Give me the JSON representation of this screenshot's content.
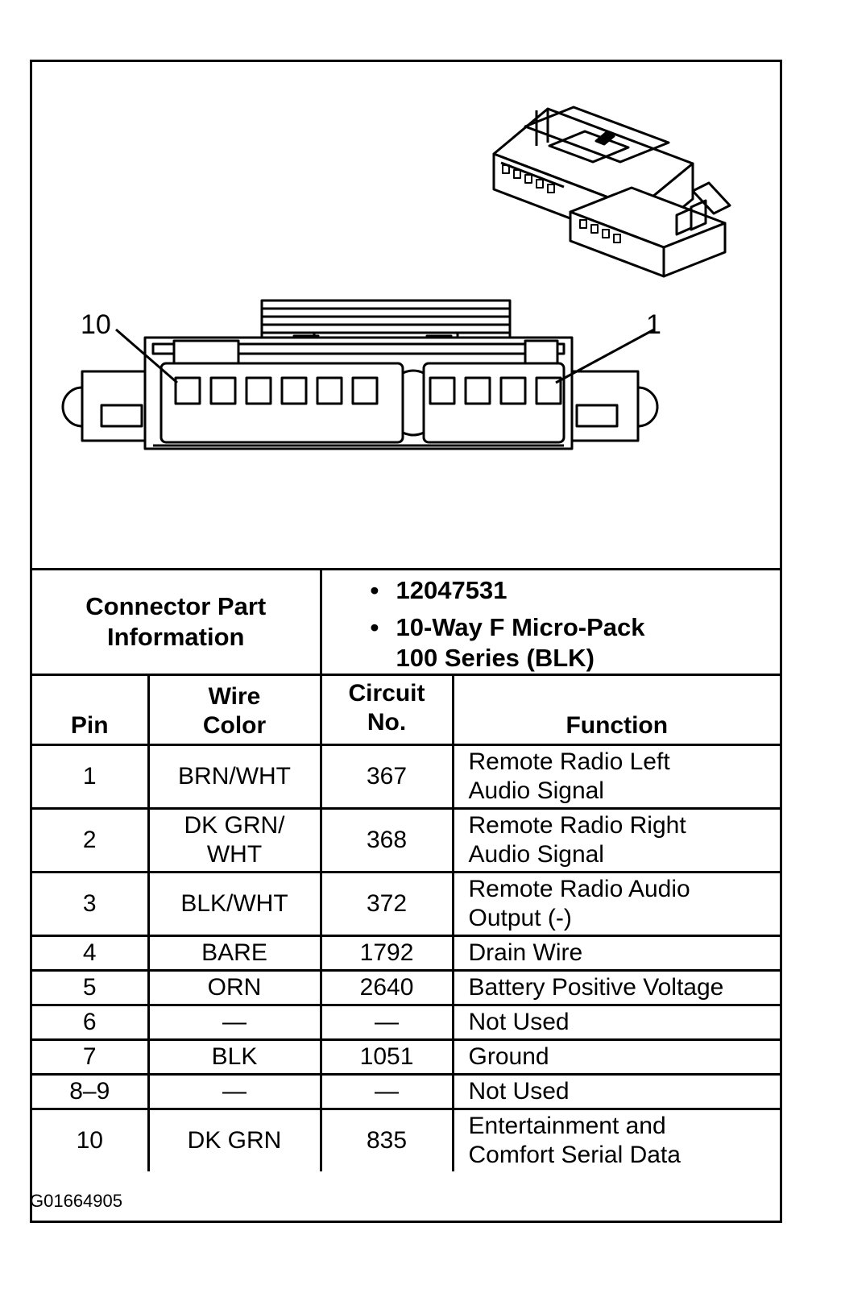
{
  "diagram": {
    "pin_label_left": "10",
    "pin_label_right": "1"
  },
  "connector": {
    "part_label_line1": "Connector Part",
    "part_label_line2": "Information",
    "part_number": "12047531",
    "description_line1": "10-Way F Micro-Pack",
    "description_line2": "100 Series (BLK)"
  },
  "headers": {
    "pin": "Pin",
    "wire_color_line1": "Wire",
    "wire_color_line2": "Color",
    "circuit_line1": "Circuit",
    "circuit_line2": "No.",
    "function": "Function"
  },
  "rows": [
    {
      "pin": "1",
      "wire1": "BRN/WHT",
      "wire2": "",
      "circuit": "367",
      "function1": "Remote Radio Left",
      "function2": "Audio Signal"
    },
    {
      "pin": "2",
      "wire1": "DK GRN/",
      "wire2": "WHT",
      "circuit": "368",
      "function1": "Remote Radio Right",
      "function2": "Audio Signal"
    },
    {
      "pin": "3",
      "wire1": "BLK/WHT",
      "wire2": "",
      "circuit": "372",
      "function1": "Remote Radio Audio",
      "function2": "Output (-)"
    },
    {
      "pin": "4",
      "wire1": "BARE",
      "wire2": "",
      "circuit": "1792",
      "function1": "Drain Wire",
      "function2": ""
    },
    {
      "pin": "5",
      "wire1": "ORN",
      "wire2": "",
      "circuit": "2640",
      "function1": "Battery Positive Voltage",
      "function2": ""
    },
    {
      "pin": "6",
      "wire1": "—",
      "wire2": "",
      "circuit": "—",
      "function1": "Not Used",
      "function2": ""
    },
    {
      "pin": "7",
      "wire1": "BLK",
      "wire2": "",
      "circuit": "1051",
      "function1": "Ground",
      "function2": ""
    },
    {
      "pin": "8–9",
      "wire1": "—",
      "wire2": "",
      "circuit": "—",
      "function1": "Not Used",
      "function2": ""
    },
    {
      "pin": "10",
      "wire1": "DK GRN",
      "wire2": "",
      "circuit": "835",
      "function1": "Entertainment and",
      "function2": "Comfort Serial Data"
    }
  ],
  "figure_id": "G01664905"
}
